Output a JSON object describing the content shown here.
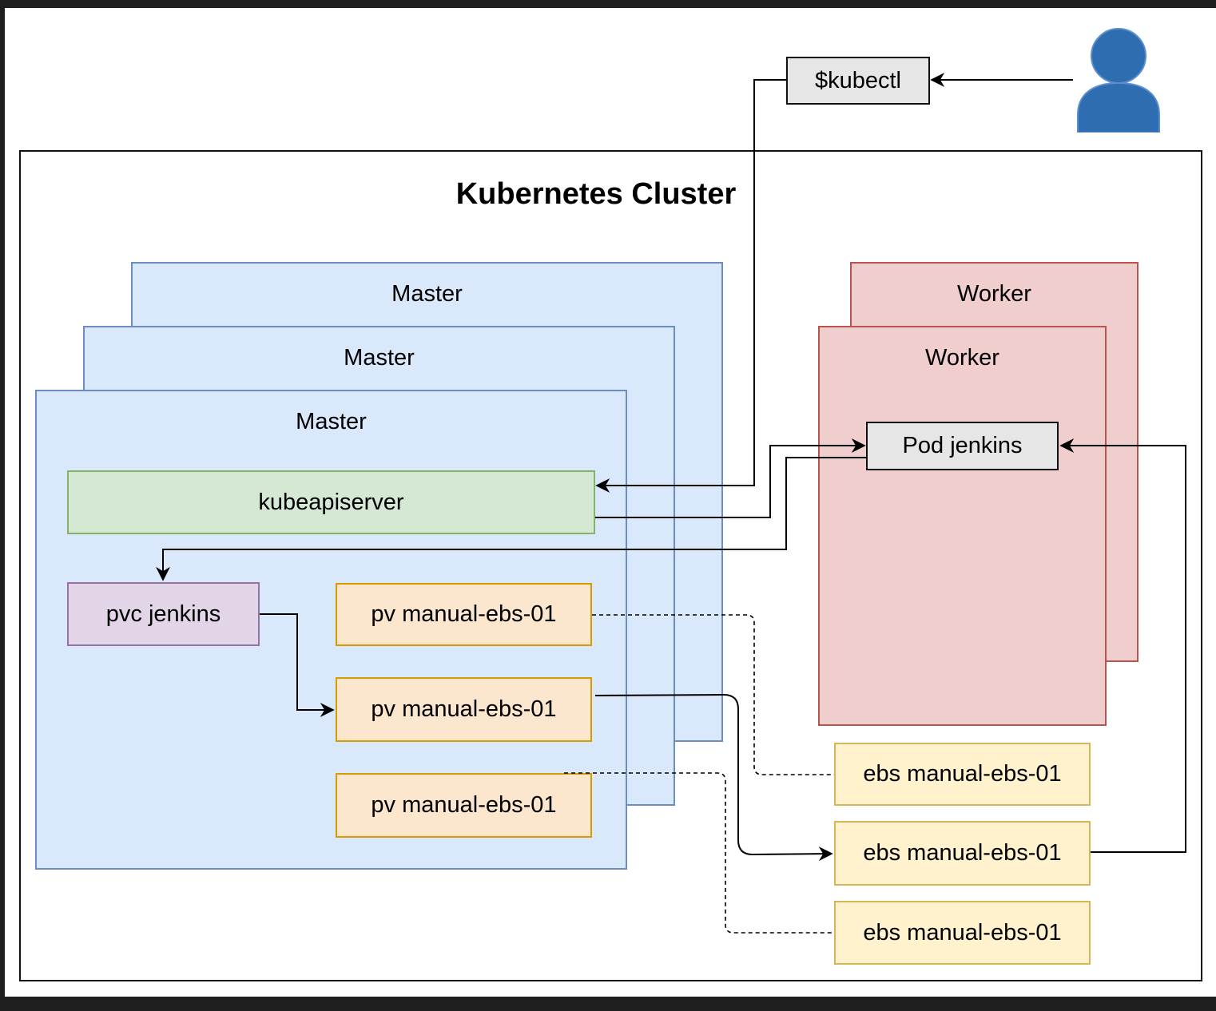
{
  "cluster": {
    "title": "Kubernetes Cluster"
  },
  "kubectl": {
    "label": "$kubectl"
  },
  "user": {
    "icon": "user-icon",
    "color": "#2f6db1"
  },
  "masters": {
    "back_title": "Master",
    "middle_title": "Master",
    "front_title": "Master"
  },
  "workers": {
    "back_title": "Worker",
    "front_title": "Worker"
  },
  "kubeapiserver": {
    "label": "kubeapiserver"
  },
  "pod": {
    "label": "Pod jenkins"
  },
  "pvc": {
    "label": "pvc jenkins"
  },
  "pvs": [
    "pv manual-ebs-01",
    "pv manual-ebs-01",
    "pv manual-ebs-01"
  ],
  "ebs": [
    "ebs manual-ebs-01",
    "ebs manual-ebs-01",
    "ebs manual-ebs-01"
  ],
  "colors": {
    "master_fill": "#dae8fc",
    "master_stroke": "#6c8ebf",
    "worker_fill": "#f0cecd",
    "worker_stroke": "#b85450",
    "api_fill": "#d5e8d4",
    "api_stroke": "#82b366",
    "pvc_fill": "#e1d5e7",
    "pvc_stroke": "#9673a6",
    "pv_fill": "#fce6cd",
    "pv_stroke": "#d79b00",
    "ebs_fill": "#fff2cc",
    "ebs_stroke": "#d6b656"
  }
}
